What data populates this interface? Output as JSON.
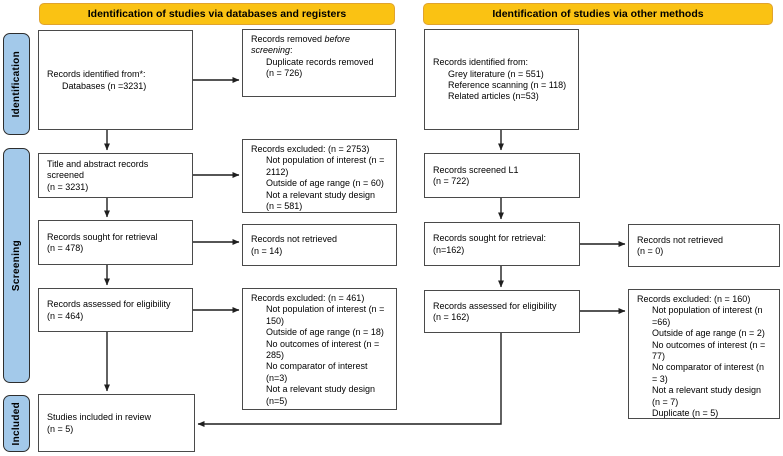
{
  "banners": {
    "left": "Identification of studies via databases and registers",
    "right": "Identification of studies via other methods"
  },
  "sidebar": {
    "identification": "Identification",
    "screening": "Screening",
    "included": "Included"
  },
  "colors": {
    "banner": "#FAC213",
    "banner_border": "#E0A32E",
    "sidebar": "#A3C9EA",
    "box_border": "#4a4a4a",
    "arrow": "#1f1f1f"
  },
  "nodes": {
    "db_identified": {
      "lines": [
        {
          "indent": 0,
          "text": "Records identified from*:"
        },
        {
          "indent": 1,
          "text": "Databases (n =3231)"
        }
      ]
    },
    "title_abstract_screened": {
      "lines": [
        {
          "indent": 0,
          "text": "Title and abstract records"
        },
        {
          "indent": 0,
          "text": "screened"
        },
        {
          "indent": 0,
          "text": "(n = 3231)"
        }
      ]
    },
    "sought_retrieval_db": {
      "lines": [
        {
          "indent": 0,
          "text": "Records sought for retrieval"
        },
        {
          "indent": 0,
          "text": "(n = 478)"
        }
      ]
    },
    "assessed_db": {
      "lines": [
        {
          "indent": 0,
          "text": "Records assessed for eligibility"
        },
        {
          "indent": 0,
          "text": "(n = 464)"
        }
      ]
    },
    "included_review": {
      "lines": [
        {
          "indent": 0,
          "text": "Studies included in review"
        },
        {
          "indent": 0,
          "text": "(n = 5)"
        }
      ]
    },
    "removed_before": {
      "lines": [
        {
          "indent": 0,
          "segments": [
            {
              "text": "Records removed "
            },
            {
              "text": "before",
              "italic": true
            }
          ]
        },
        {
          "indent": 0,
          "segments": [
            {
              "text": "screening",
              "italic": true
            },
            {
              "text": ":"
            }
          ]
        },
        {
          "indent": 1,
          "text": "Duplicate records removed"
        },
        {
          "indent": 1,
          "text": "(n = 726)"
        }
      ]
    },
    "excluded_screening": {
      "lines": [
        {
          "indent": 0,
          "text": "Records excluded: (n = 2753)"
        },
        {
          "indent": 1,
          "text": "Not population of interest (n ="
        },
        {
          "indent": 1,
          "text": "2112)"
        },
        {
          "indent": 1,
          "text": "Outside of age range (n = 60)"
        },
        {
          "indent": 1,
          "text": "Not a relevant study design"
        },
        {
          "indent": 1,
          "text": "(n = 581)"
        }
      ]
    },
    "not_retrieved_db": {
      "lines": [
        {
          "indent": 0,
          "text": "Records not retrieved"
        },
        {
          "indent": 0,
          "text": "(n = 14)"
        }
      ]
    },
    "excluded_eligibility_db": {
      "lines": [
        {
          "indent": 0,
          "text": "Records excluded: (n = 461)"
        },
        {
          "indent": 1,
          "text": "Not population of interest (n ="
        },
        {
          "indent": 1,
          "text": "150)"
        },
        {
          "indent": 1,
          "text": "Outside of age range (n = 18)"
        },
        {
          "indent": 1,
          "text": "No outcomes of interest (n ="
        },
        {
          "indent": 1,
          "text": "285)"
        },
        {
          "indent": 1,
          "text": "No comparator of interest"
        },
        {
          "indent": 1,
          "text": "(n=3)"
        },
        {
          "indent": 1,
          "text": "Not a relevant study design"
        },
        {
          "indent": 1,
          "text": "(n=5)"
        }
      ]
    },
    "other_identified": {
      "lines": [
        {
          "indent": 0,
          "text": "Records identified from:"
        },
        {
          "indent": 1,
          "text": "Grey literature (n = 551)"
        },
        {
          "indent": 1,
          "text": "Reference scanning (n = 118)"
        },
        {
          "indent": 1,
          "text": "Related articles (n=53)"
        }
      ]
    },
    "screened_l1": {
      "lines": [
        {
          "indent": 0,
          "text": "Records screened L1"
        },
        {
          "indent": 0,
          "text": "(n = 722)"
        }
      ]
    },
    "sought_retrieval_other": {
      "lines": [
        {
          "indent": 0,
          "text": "Records sought for retrieval:"
        },
        {
          "indent": 0,
          "text": "(n=162)"
        }
      ]
    },
    "assessed_other": {
      "lines": [
        {
          "indent": 0,
          "text": "Records assessed for eligibility"
        },
        {
          "indent": 0,
          "text": "(n = 162)"
        }
      ]
    },
    "not_retrieved_other": {
      "lines": [
        {
          "indent": 0,
          "text": "Records not retrieved"
        },
        {
          "indent": 0,
          "text": "(n = 0)"
        }
      ]
    },
    "excluded_eligibility_other": {
      "lines": [
        {
          "indent": 0,
          "text": "Records excluded: (n = 160)"
        },
        {
          "indent": 1,
          "text": "Not population of interest (n"
        },
        {
          "indent": 1,
          "text": "=66)"
        },
        {
          "indent": 1,
          "text": "Outside of age range (n = 2)"
        },
        {
          "indent": 1,
          "text": "No outcomes of interest (n ="
        },
        {
          "indent": 1,
          "text": "77)"
        },
        {
          "indent": 1,
          "text": "No comparator of interest (n"
        },
        {
          "indent": 1,
          "text": "= 3)"
        },
        {
          "indent": 1,
          "text": "Not a relevant study design"
        },
        {
          "indent": 1,
          "text": "(n = 7)"
        },
        {
          "indent": 1,
          "text": "Duplicate (n = 5)"
        }
      ]
    }
  }
}
